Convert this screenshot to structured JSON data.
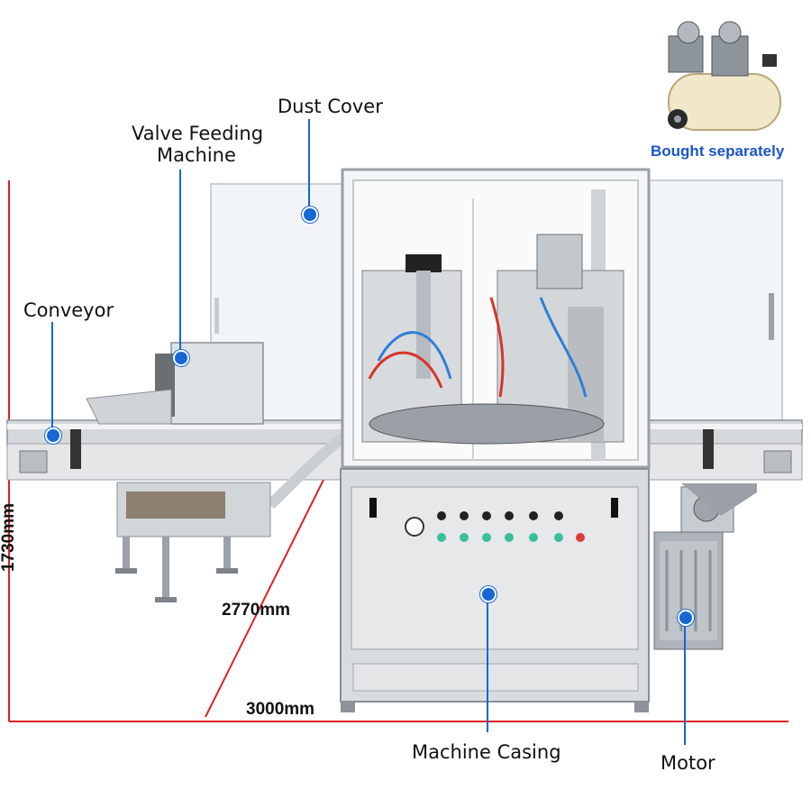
{
  "labels": {
    "dust_cover": "Dust Cover",
    "valve_feeding_line1": "Valve Feeding",
    "valve_feeding_line2": "Machine",
    "conveyor": "Conveyor",
    "machine_casing": "Machine Casing",
    "motor": "Motor",
    "bought_separately": "Bought separately"
  },
  "dimensions": {
    "height": "1730mm",
    "depth": "2770mm",
    "width": "3000mm"
  },
  "colors": {
    "callout": "#1666d6",
    "dimension_line": "#e02020",
    "accent_text": "#1a56c8"
  }
}
